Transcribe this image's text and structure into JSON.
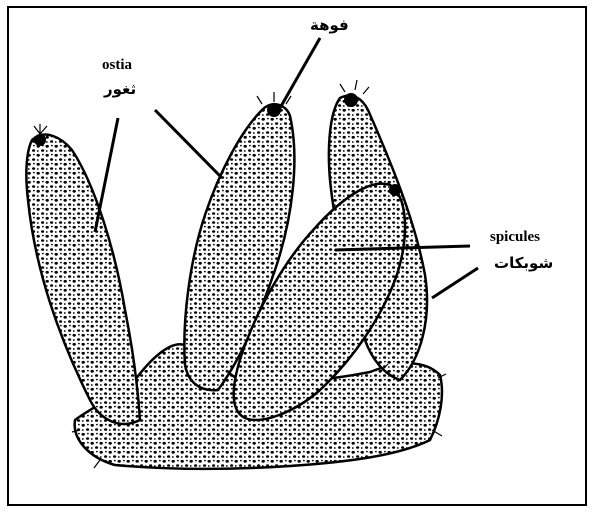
{
  "labels": {
    "ostia_en": "ostia",
    "ostia_ar": "ثغور",
    "osculum_ar": "فوهة",
    "spicules_en": "spicules",
    "spicules_ar": "شوبكات"
  },
  "colors": {
    "ink": "#000000",
    "paper": "#ffffff"
  }
}
